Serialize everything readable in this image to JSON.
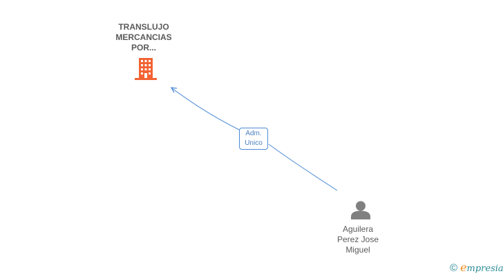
{
  "company": {
    "name_lines": [
      "TRANSLUJO",
      "MERCANCIAS",
      "POR..."
    ]
  },
  "relation": {
    "label_lines": [
      "Adm.",
      "Unico"
    ]
  },
  "person": {
    "name_lines": [
      "Aguilera",
      "Perez Jose",
      "Miguel"
    ]
  },
  "footer": {
    "copyright_symbol": "©",
    "brand_initial": "e",
    "brand_rest": "mpresia"
  },
  "colors": {
    "company_icon": "#f26434",
    "edge": "#4a8ad6",
    "person_icon": "#808080",
    "brand": "#2a8a95",
    "brand_accent": "#f08a1c"
  }
}
